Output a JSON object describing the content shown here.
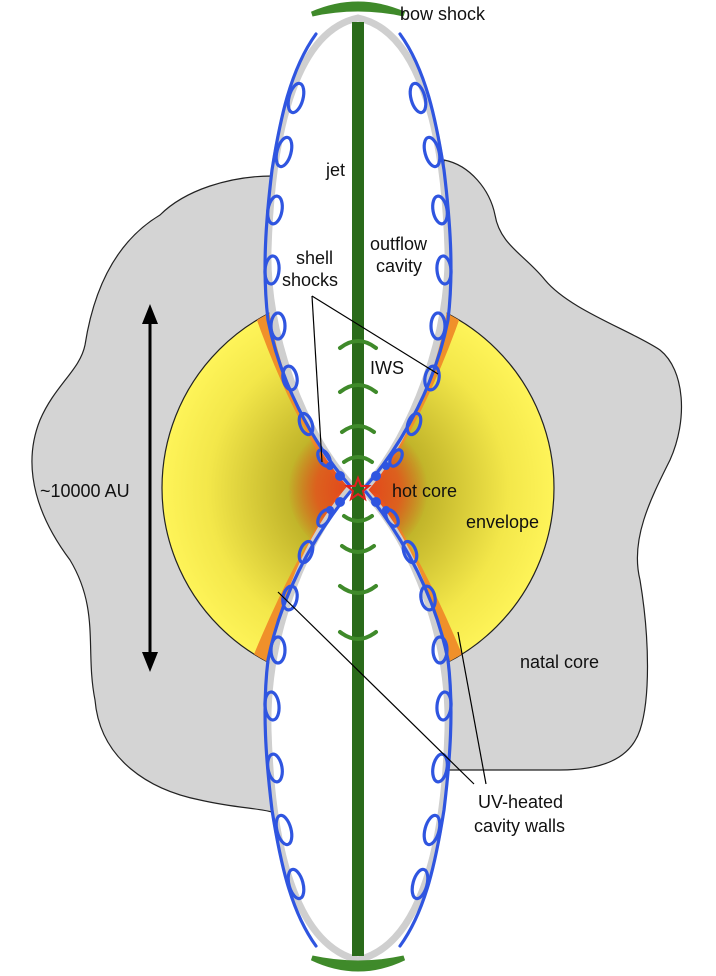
{
  "labels": {
    "bow_shock": "bow shock",
    "jet": "jet",
    "outflow_cavity_line1": "outflow",
    "outflow_cavity_line2": "cavity",
    "shell_shocks_line1": "shell",
    "shell_shocks_line2": "shocks",
    "iws": "IWS",
    "scale": "~10000 AU",
    "hot_core": "hot core",
    "envelope": "envelope",
    "natal_core": "natal core",
    "uv_walls_line1": "UV-heated",
    "uv_walls_line2": "cavity walls"
  },
  "colors": {
    "natal_core": "#d3d3d3",
    "envelope_outer": "#fff55a",
    "envelope_inner": "#a89b1f",
    "hot_core": "#e8401c",
    "uv_heated_walls": "#f0902a",
    "jet": "#2a6b1a",
    "bow_shock": "#3f8a2a",
    "shocks": "#2f55e0",
    "star": "#e02020",
    "cavity_wall_gray": "#cfcfcf"
  },
  "icons": {
    "protostar": "star-icon",
    "scale_arrow": "double-arrow-icon"
  }
}
